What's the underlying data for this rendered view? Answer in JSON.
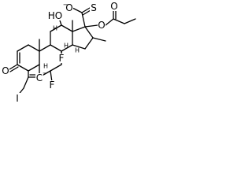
{
  "structure": {
    "atoms": {
      "oxide_o": "O",
      "oxide_charge": "−",
      "thione_s": "S",
      "ester_o": "O",
      "carbonyl_o_propionate": "O",
      "hydroxyl_label": "HO",
      "c11_h": "H",
      "c9_f": "F",
      "c8_h": "H",
      "c14_h": "H",
      "ketone_o": "O",
      "c5_label": "C",
      "c5_charge": "−",
      "iodine": "I",
      "c6_f": "F",
      "c6_h": "H",
      "methyl_label": ""
    }
  }
}
